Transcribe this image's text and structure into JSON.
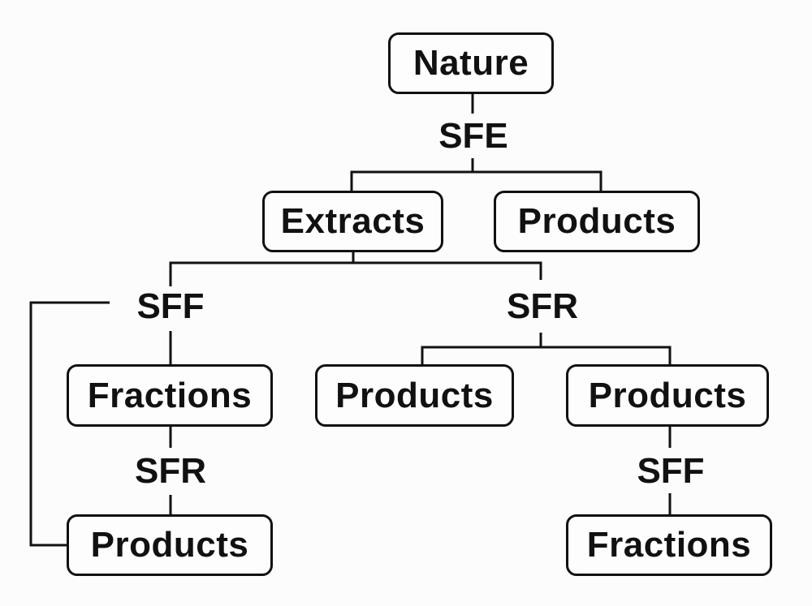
{
  "diagram": {
    "nodes": {
      "nature": "Nature",
      "extracts": "Extracts",
      "products_top": "Products",
      "fractions_left": "Fractions",
      "products_left": "Products",
      "products_mid": "Products",
      "products_right": "Products",
      "fractions_right": "Fractions"
    },
    "labels": {
      "sfe": "SFE",
      "sff_left": "SFF",
      "sfr_mid": "SFR",
      "sfr_left": "SFR",
      "sff_right": "SFF"
    },
    "edges": [
      {
        "from": "nature",
        "via": "SFE",
        "to": [
          "extracts",
          "products_top"
        ]
      },
      {
        "from": "extracts",
        "via": "SFF",
        "to": [
          "fractions_left"
        ]
      },
      {
        "from": "extracts",
        "via": "SFR",
        "to": [
          "products_mid",
          "products_right"
        ]
      },
      {
        "from": "fractions_left",
        "via": "SFR",
        "to": [
          "products_left"
        ]
      },
      {
        "from": "SFF (left)",
        "via": "bypass",
        "to": [
          "products_left"
        ]
      },
      {
        "from": "products_right",
        "via": "SFF",
        "to": [
          "fractions_right"
        ]
      }
    ]
  }
}
